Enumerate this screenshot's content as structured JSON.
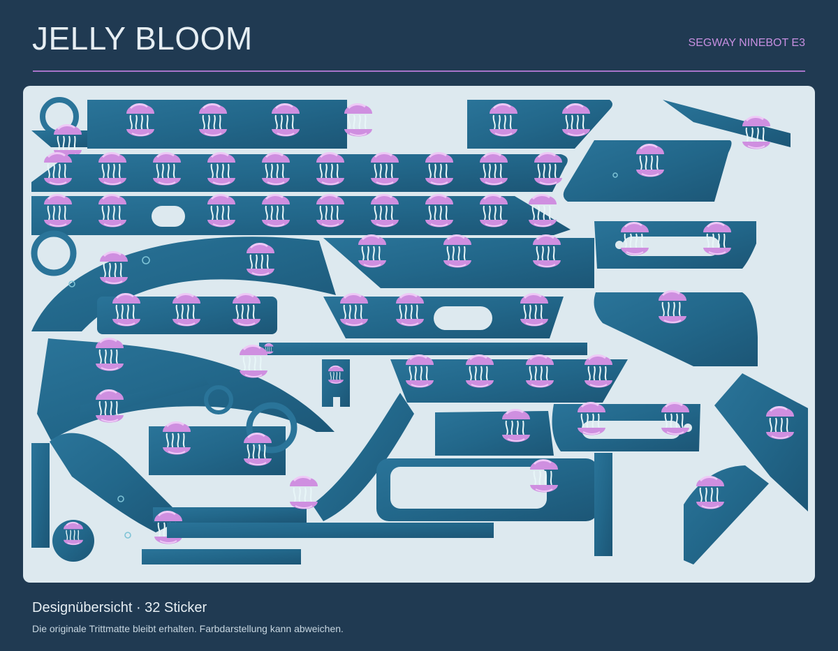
{
  "header": {
    "title": "JELLY BLOOM",
    "model": "SEGWAY NINEBOT E3"
  },
  "footer": {
    "summary": "Designübersicht · 32 Sticker",
    "note": "Die originale Trittmatte bleibt erhalten. Farbdarstellung kann abweichen."
  },
  "colors": {
    "page_background": "#203a52",
    "sheet_background": "#dde9ef",
    "sticker_teal": "#286c8f",
    "jellyfish_pink": "#cf8fe0",
    "accent_purple": "#a774c9"
  },
  "design": {
    "motif": "jellyfish-icon",
    "sticker_count": 32
  }
}
